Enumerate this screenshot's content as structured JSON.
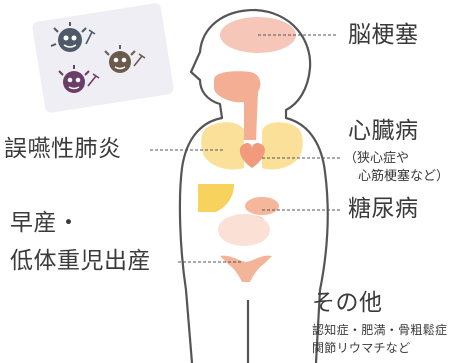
{
  "labels": {
    "stroke": "脳梗塞",
    "heart_title": "心臓病",
    "heart_detail_1": "（狭心症や",
    "heart_detail_2": "心筋梗塞など）",
    "pneumonia": "誤嚥性肺炎",
    "diabetes": "糖尿病",
    "preterm_line1": "早産・",
    "preterm_line2": "低体重児出産",
    "other_title": "その他",
    "other_detail_1": "認知症・肥満・骨粗鬆症",
    "other_detail_2": "関節リウマチなど"
  },
  "colors": {
    "body_outline": "#555555",
    "brain": "#f6c6b8",
    "throat": "#f3ae93",
    "lungs": "#fbe09a",
    "heart": "#f19a7c",
    "liver": "#f7d25c",
    "pancreas": "#f6b69c",
    "uterus": "#f4b49a",
    "germ_dark": "#4e5a6a",
    "germ_brown": "#6b5a4c",
    "germ_purple": "#6b3e68",
    "germ_card": "#f0f0f5"
  }
}
